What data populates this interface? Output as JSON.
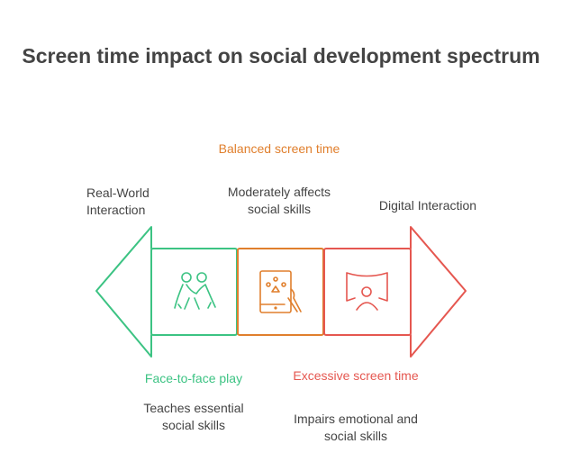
{
  "title": "Screen time impact on social development spectrum",
  "colors": {
    "green": "#3cc383",
    "orange": "#e07f2d",
    "red": "#e55750",
    "text": "#444444"
  },
  "left_end": {
    "label": "Real-World Interaction"
  },
  "right_end": {
    "label": "Digital Interaction"
  },
  "stages": [
    {
      "title": "Face-to-face play",
      "description": "Teaches essential social skills",
      "icon": "children-playing-icon"
    },
    {
      "title": "Balanced screen time",
      "description": "Moderately affects social skills",
      "icon": "tablet-hand-icon"
    },
    {
      "title": "Excessive screen time",
      "description": "Impairs emotional and social skills",
      "icon": "person-screen-icon"
    }
  ]
}
